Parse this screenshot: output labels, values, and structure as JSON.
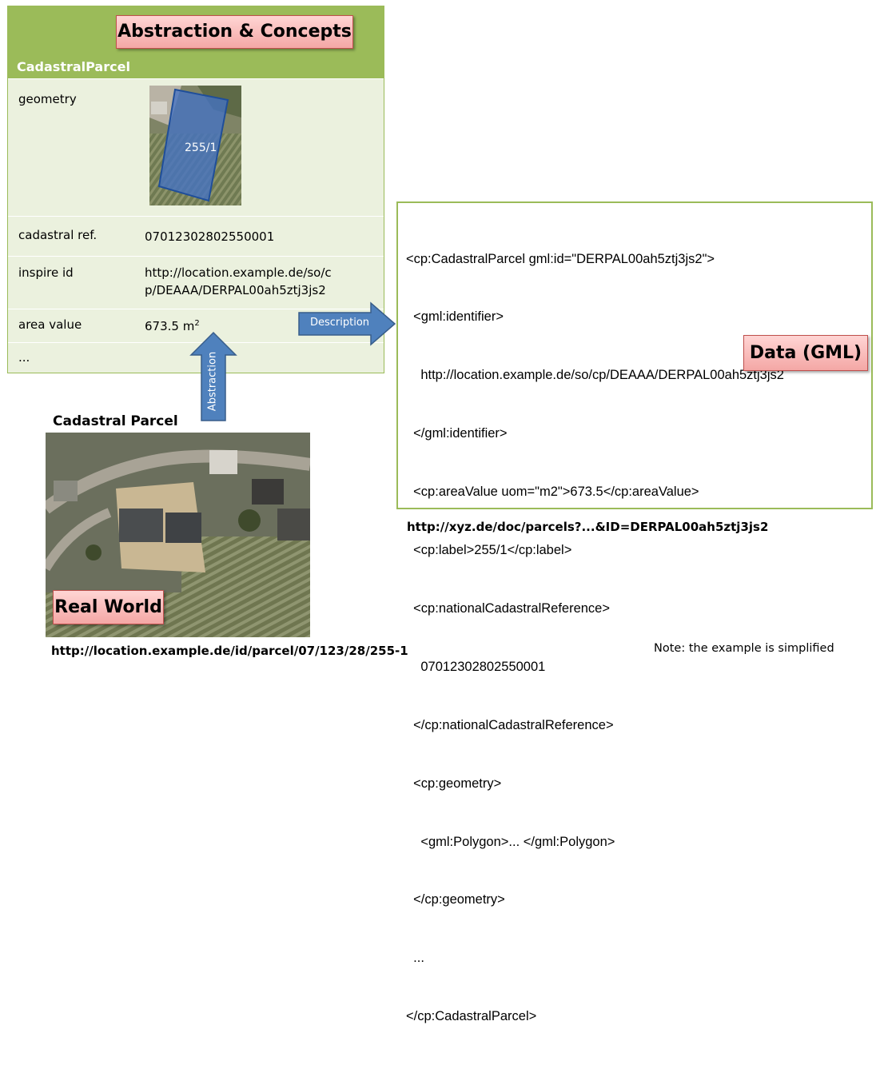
{
  "model": {
    "heading": "Abstraction & Concepts",
    "class_name": "CadastralParcel",
    "rows": {
      "geometry": {
        "label": "geometry",
        "parcel_label": "255/1"
      },
      "cadastral_ref": {
        "label": "cadastral ref.",
        "value": "07012302802550001"
      },
      "inspire_id": {
        "label": "inspire id",
        "value_line1": "http://location.example.de/so/c",
        "value_line2": "p/DEAAA/DERPAL00ah5ztj3js2"
      },
      "area_value": {
        "label": "area value",
        "value": "673.5 m",
        "unit_exp": "2"
      },
      "more": {
        "label": "..."
      }
    }
  },
  "arrows": {
    "description": "Description",
    "abstraction": "Abstraction"
  },
  "real_world": {
    "title": "Cadastral Parcel",
    "callout": "Real World",
    "url": "http://location.example.de/id/parcel/07/123/28/255-1"
  },
  "data": {
    "callout": "Data (GML)",
    "gml_lines": [
      "<cp:CadastralParcel gml:id=\"DERPAL00ah5ztj3js2\">",
      "  <gml:identifier>",
      "    http://location.example.de/so/cp/DEAAA/DERPAL00ah5ztj3js2",
      "  </gml:identifier>",
      "  <cp:areaValue uom=\"m2\">673.5</cp:areaValue>",
      "  <cp:label>255/1</cp:label>",
      "  <cp:nationalCadastralReference>",
      "    07012302802550001",
      "  </cp:nationalCadastralReference>",
      "  <cp:geometry>",
      "    <gml:Polygon>... </gml:Polygon>",
      "  </cp:geometry>",
      "  ...",
      "</cp:CadastralParcel>"
    ],
    "url": "http://xyz.de/doc/parcels?...&ID=DERPAL00ah5ztj3js2"
  },
  "note": "Note: the example is simplified",
  "colors": {
    "header_green": "#9bbb59",
    "panel_green": "#ebf1de",
    "arrow_blue": "#4f81bd",
    "callout_pink": "#f4a7a5",
    "parcel_overlay": "#4472c4"
  }
}
